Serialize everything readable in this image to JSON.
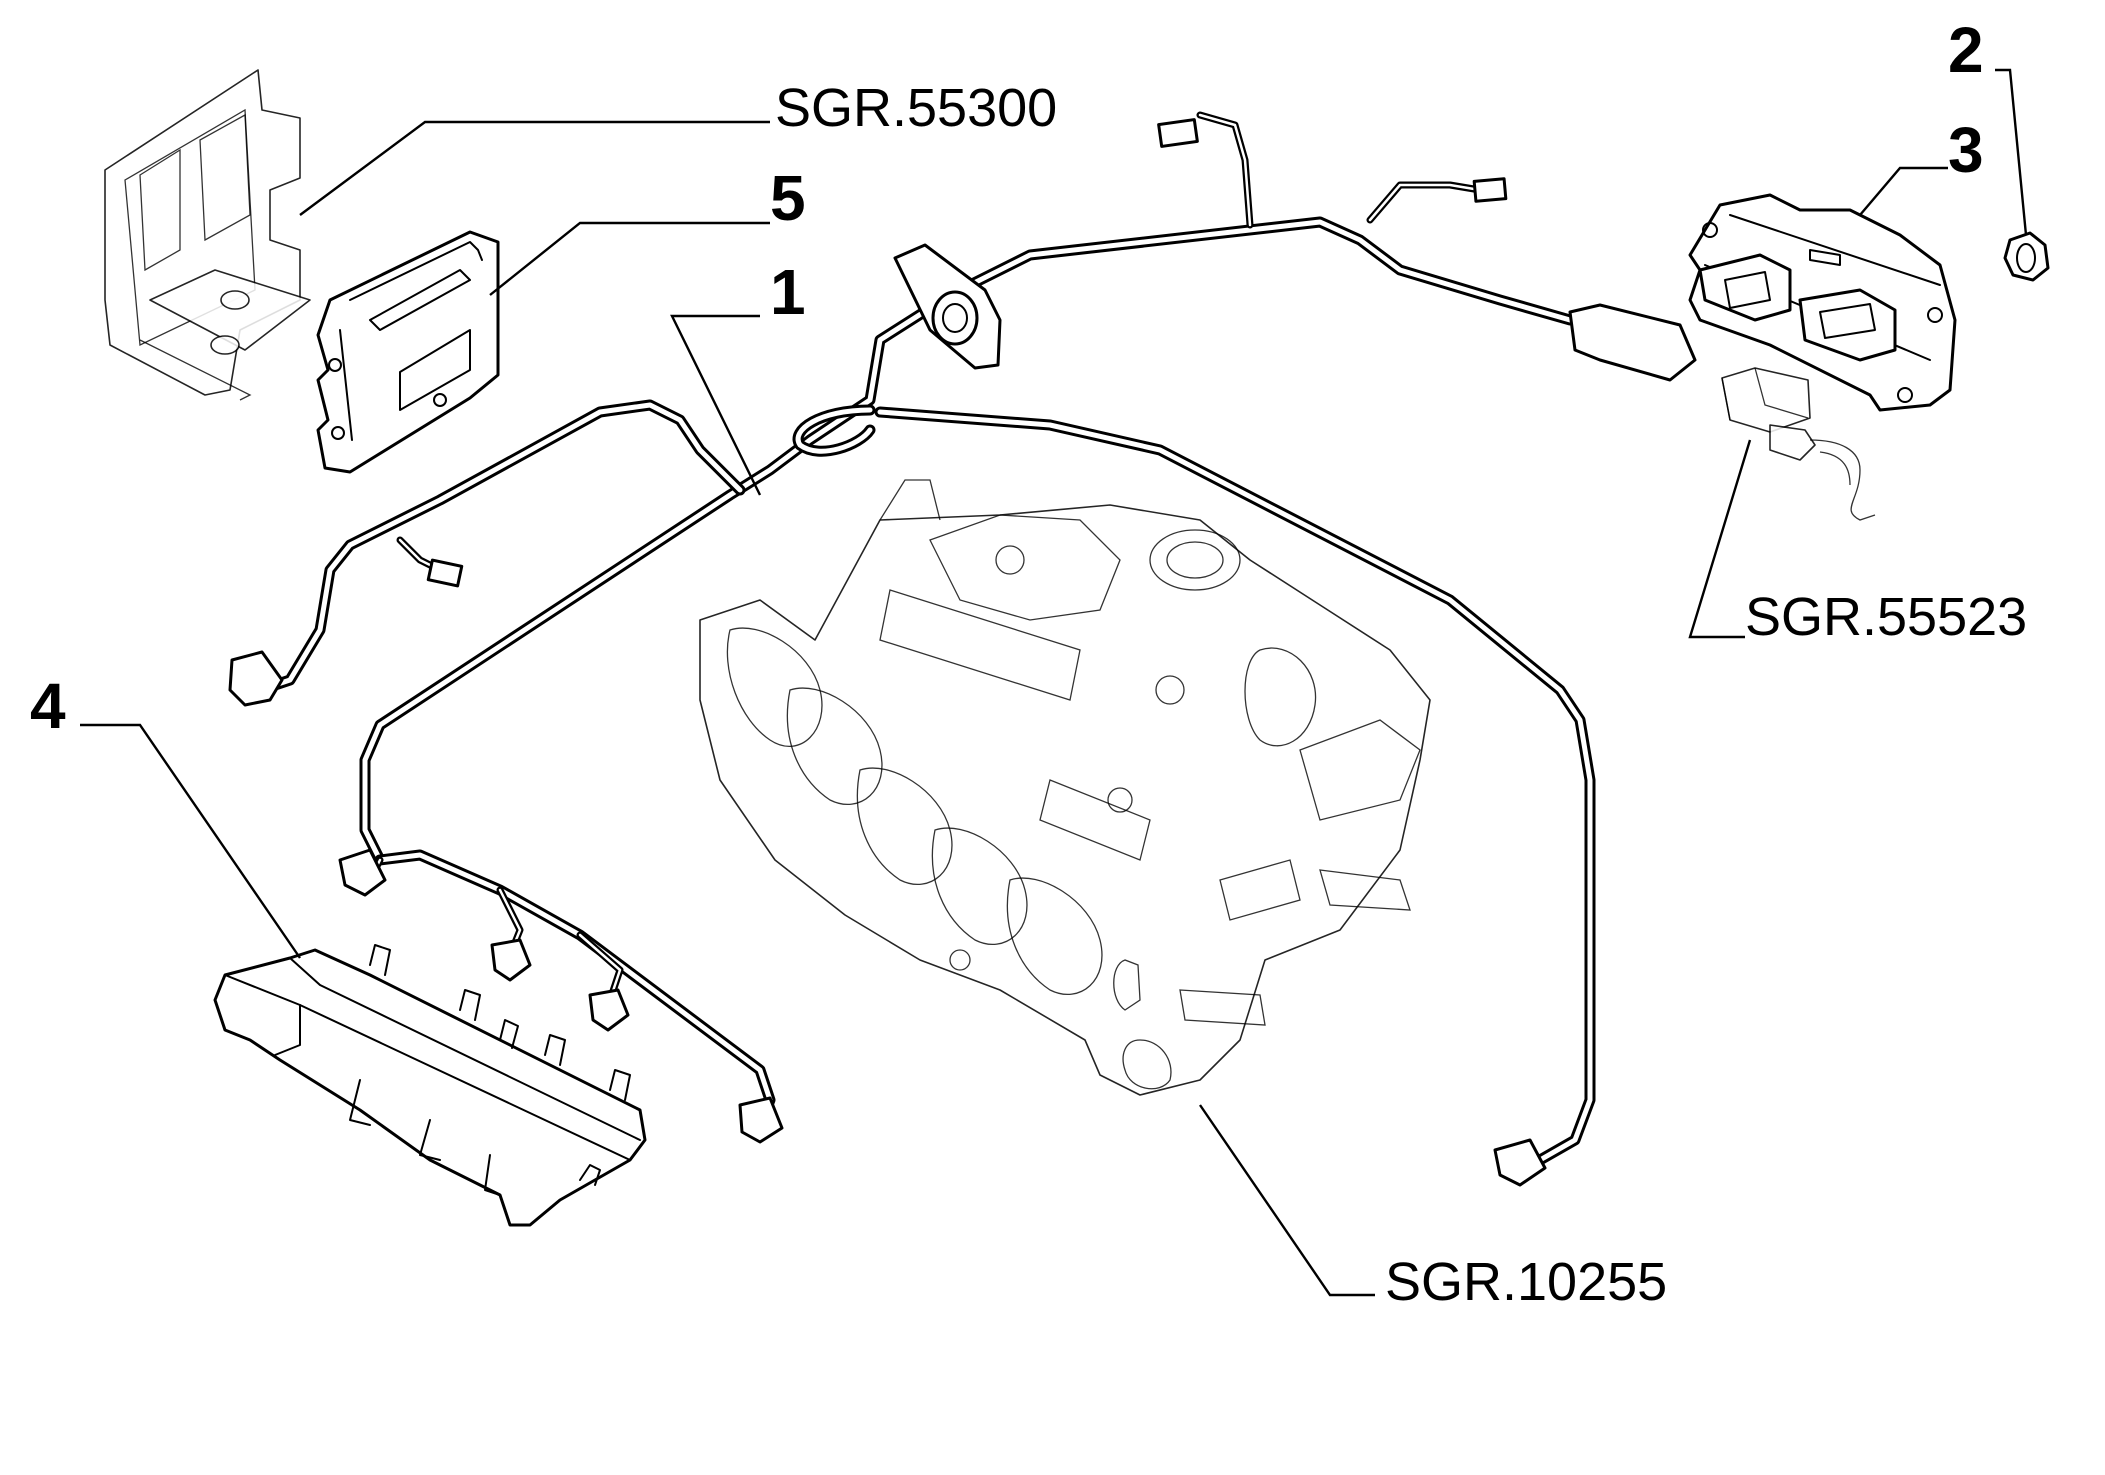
{
  "diagram": {
    "parts": [
      {
        "id": "part-1",
        "number": "1",
        "icon": "wiring-harness-icon"
      },
      {
        "id": "part-2",
        "number": "2",
        "icon": "nut-icon"
      },
      {
        "id": "part-3",
        "number": "3",
        "icon": "control-unit-icon"
      },
      {
        "id": "part-4",
        "number": "4",
        "icon": "harness-cover-icon"
      },
      {
        "id": "part-5",
        "number": "5",
        "icon": "ecu-module-icon"
      }
    ],
    "references": [
      {
        "id": "ref-55300",
        "text": "SGR.55300",
        "icon": "mounting-bracket-icon"
      },
      {
        "id": "ref-55523",
        "text": "SGR.55523",
        "icon": "sensor-connector-icon"
      },
      {
        "id": "ref-10255",
        "text": "SGR.10255",
        "icon": "intake-manifold-icon"
      }
    ],
    "colors": {
      "line": "#000000",
      "background": "#ffffff"
    }
  }
}
